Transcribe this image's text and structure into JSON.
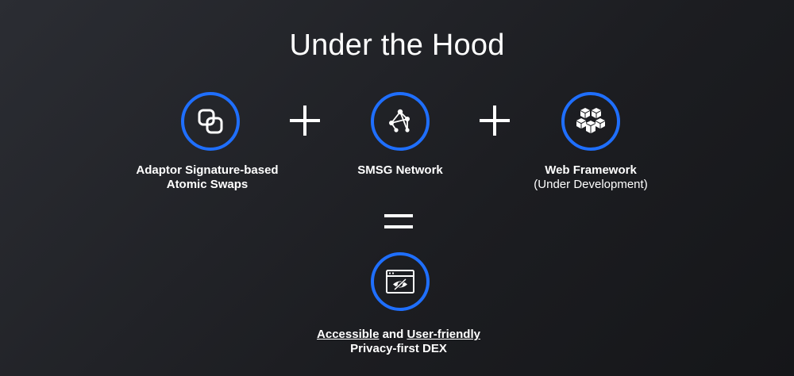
{
  "title": "Under the Hood",
  "components": [
    {
      "icon": "linked-squares-icon",
      "line1": "Adaptor Signature-based",
      "line2": "Atomic Swaps"
    },
    {
      "icon": "network-nodes-icon",
      "line1": "SMSG Network",
      "line2": ""
    },
    {
      "icon": "boxes-icon",
      "line1": "Web Framework",
      "line2": "(Under Development)"
    }
  ],
  "result": {
    "icon": "private-browser-icon",
    "word_accessible": "Accessible",
    "word_and": " and ",
    "word_user_friendly": "User-friendly",
    "line2": "Privacy-first DEX"
  },
  "colors": {
    "accent": "#1f6fff",
    "background": "#1c1d21",
    "text": "#ffffff"
  }
}
